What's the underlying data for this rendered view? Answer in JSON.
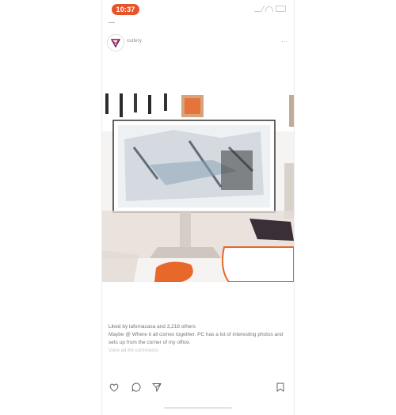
{
  "status": {
    "time": "10:37"
  },
  "post": {
    "username": "cutlery",
    "likes_text": "Liked by lafomacasa and 3,218 others",
    "caption_text": "Maybe @ Where it all comes together. PC has a lot of interesting photos and sets up from the corner of my office.",
    "comments_link": "View all 84 comments"
  },
  "icons": {
    "avatar": "brand-logo-icon",
    "more": "more-dots-icon",
    "like": "heart-icon",
    "comment": "comment-icon",
    "share": "send-icon",
    "save": "bookmark-icon"
  },
  "colors": {
    "time_pill": "#e8542a",
    "avatar_mark": "#6a1f5a",
    "photo_accent": "#e8682a"
  }
}
